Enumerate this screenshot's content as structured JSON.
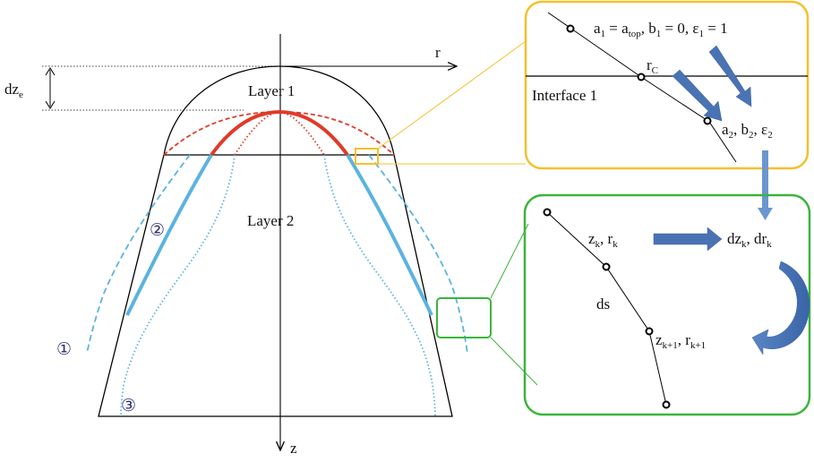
{
  "main": {
    "axis_r": "r",
    "axis_z": "z",
    "dz_label": "dz",
    "dz_sub": "e",
    "layer1": "Layer 1",
    "layer2": "Layer 2",
    "markers": [
      "①",
      "②",
      "③"
    ]
  },
  "zoom_top": {
    "eq_a": "a",
    "eq_a_sub": "1",
    "eq_a_top": " = a",
    "eq_a_top_sub": "top",
    "eq_b": ", b",
    "eq_b_sub": "1",
    "eq_b_val": " = 0,  ε",
    "eq_e_sub": "1",
    "eq_e_val": " = 1",
    "rc": "r",
    "rc_sub": "C",
    "interface": "Interface 1",
    "out_a": "a",
    "out_a_sub": "2",
    "out_b": ", b",
    "out_b_sub": "2",
    "out_e": ", ε",
    "out_e_sub": "2"
  },
  "zoom_bottom": {
    "zk": "z",
    "zk_sub": "k",
    "rk": ", r",
    "rk_sub": "k",
    "dzk": "dz",
    "dzk_sub": "k",
    "drk": ", dr",
    "drk_sub": "k",
    "ds": "ds",
    "zk1": "z",
    "zk1_sub": "k+1",
    "rk1": ", r",
    "rk1_sub": "k+1"
  },
  "colors": {
    "orange_box": "#f5c02a",
    "green_box": "#3bb53b",
    "red_ray": "#e03a2a",
    "blue_ray": "#5bb3e0",
    "arrow_blue": "#4a73b4"
  }
}
